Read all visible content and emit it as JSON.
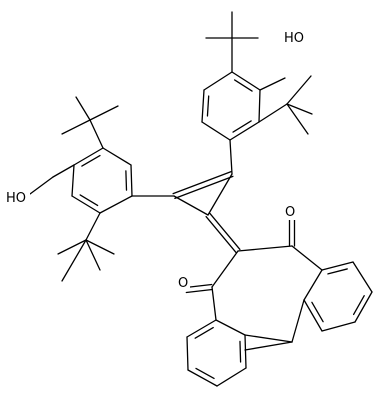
{
  "atoms": {
    "oh_top": "HO",
    "oh_left": "HO",
    "o_ketone_upper": "O",
    "o_ketone_lower": "O"
  },
  "colors": {
    "bond": "#000000",
    "background": "#ffffff"
  }
}
